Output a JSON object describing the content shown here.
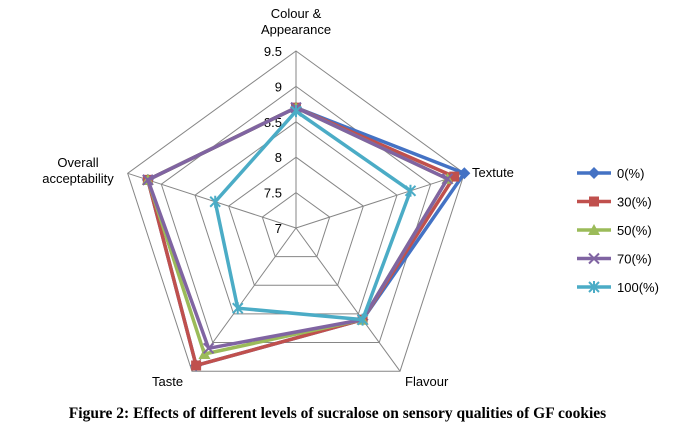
{
  "caption": "Figure 2: Effects of different levels of sucralose on sensory qualities of GF cookies",
  "chart_data": {
    "type": "radar",
    "title": "",
    "axes": [
      {
        "label_lines": [
          "Colour &",
          "Appearance"
        ]
      },
      {
        "label_lines": [
          "Textute"
        ]
      },
      {
        "label_lines": [
          "Flavour"
        ]
      },
      {
        "label_lines": [
          "Taste"
        ]
      },
      {
        "label_lines": [
          "Overall",
          "acceptability"
        ]
      }
    ],
    "r_range": [
      7,
      9.5
    ],
    "ticks": [
      7,
      7.5,
      8,
      8.5,
      9,
      9.5
    ],
    "tick_labels": [
      "7",
      "7.5",
      "8",
      "8.5",
      "9",
      "9.5"
    ],
    "grid": true,
    "legend_position": "right",
    "series": [
      {
        "name": "0(%)",
        "color": "#4472C4",
        "marker": "diamond",
        "values": [
          8.7,
          9.5,
          8.6,
          9.4,
          9.2
        ]
      },
      {
        "name": "30(%)",
        "color": "#C0504D",
        "marker": "square",
        "values": [
          8.7,
          9.35,
          8.6,
          9.4,
          9.2
        ]
      },
      {
        "name": "50(%)",
        "color": "#9BBB59",
        "marker": "triangle",
        "values": [
          8.7,
          9.25,
          8.6,
          9.2,
          9.2
        ]
      },
      {
        "name": "70(%)",
        "color": "#8064A2",
        "marker": "x",
        "values": [
          8.7,
          9.25,
          8.6,
          9.1,
          9.2
        ]
      },
      {
        "name": "100(%)",
        "color": "#4BACC6",
        "marker": "star",
        "values": [
          8.65,
          8.7,
          8.6,
          8.4,
          8.2
        ]
      }
    ]
  }
}
